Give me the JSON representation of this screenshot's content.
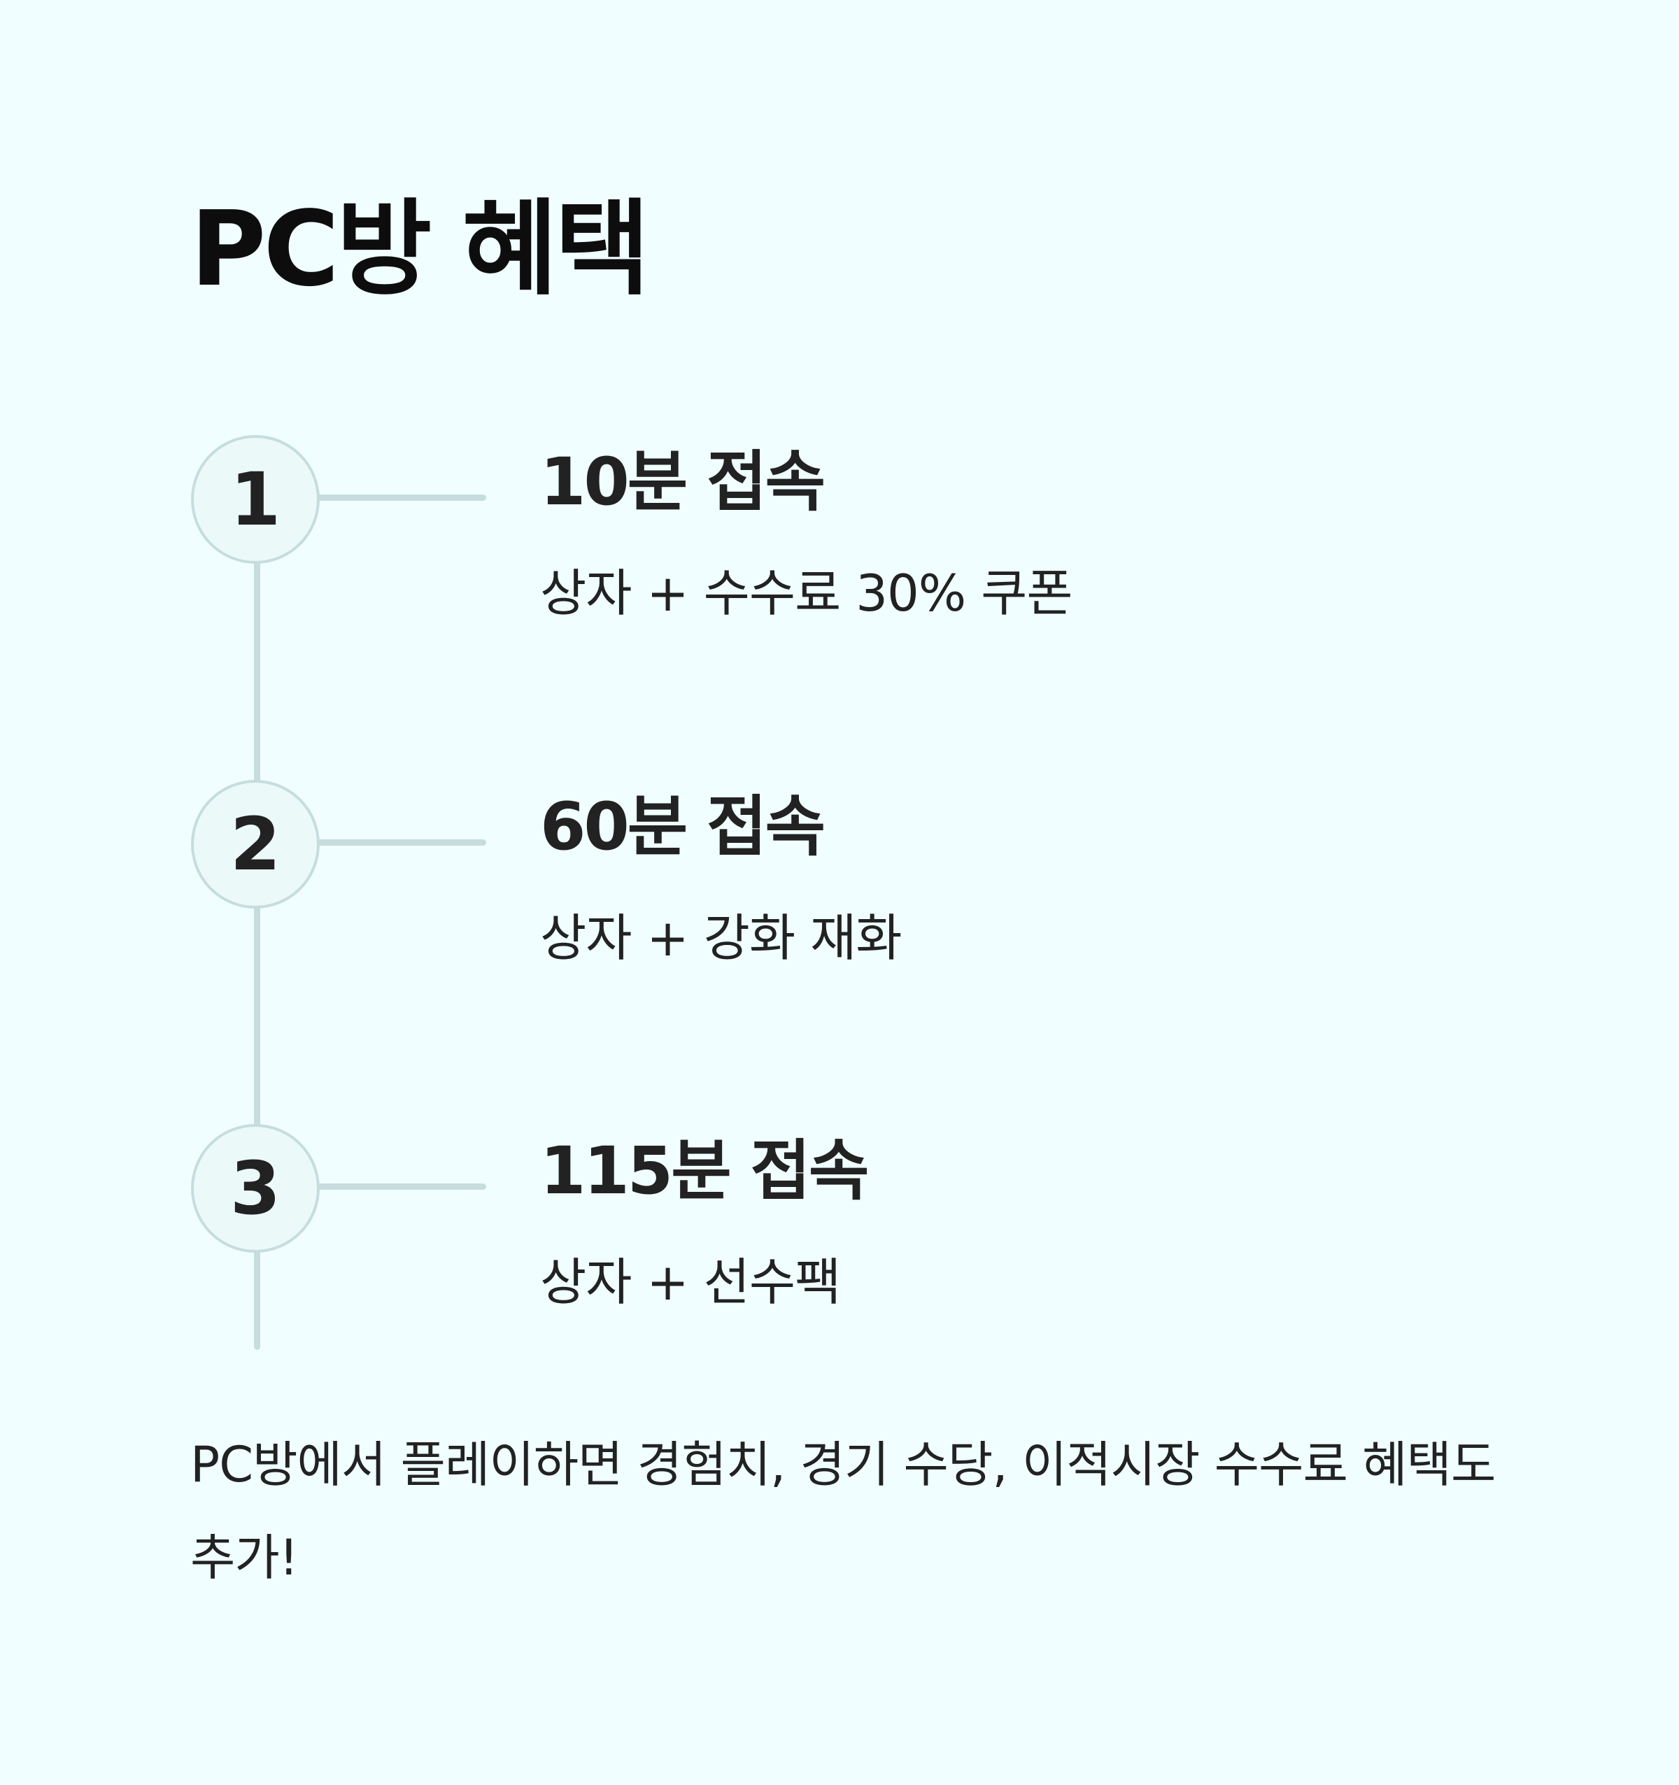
{
  "header": {
    "title": "PC방 혜택"
  },
  "steps": [
    {
      "number": "1",
      "title": "10분 접속",
      "reward": "상자 + 수수료 30% 쿠폰"
    },
    {
      "number": "2",
      "title": "60분 접속",
      "reward": "상자 + 강화 재화"
    },
    {
      "number": "3",
      "title": "115분 접속",
      "reward": "상자 + 선수팩"
    }
  ],
  "footer": {
    "note": "PC방에서 플레이하면 경험치, 경기 수당, 이적시장 수수료 혜택도 추가!"
  },
  "colors": {
    "background": "#f0feff",
    "rail": "#c7dddd",
    "circle_fill": "#ebf9f9",
    "text": "#222222",
    "title": "#0d0d0d"
  }
}
